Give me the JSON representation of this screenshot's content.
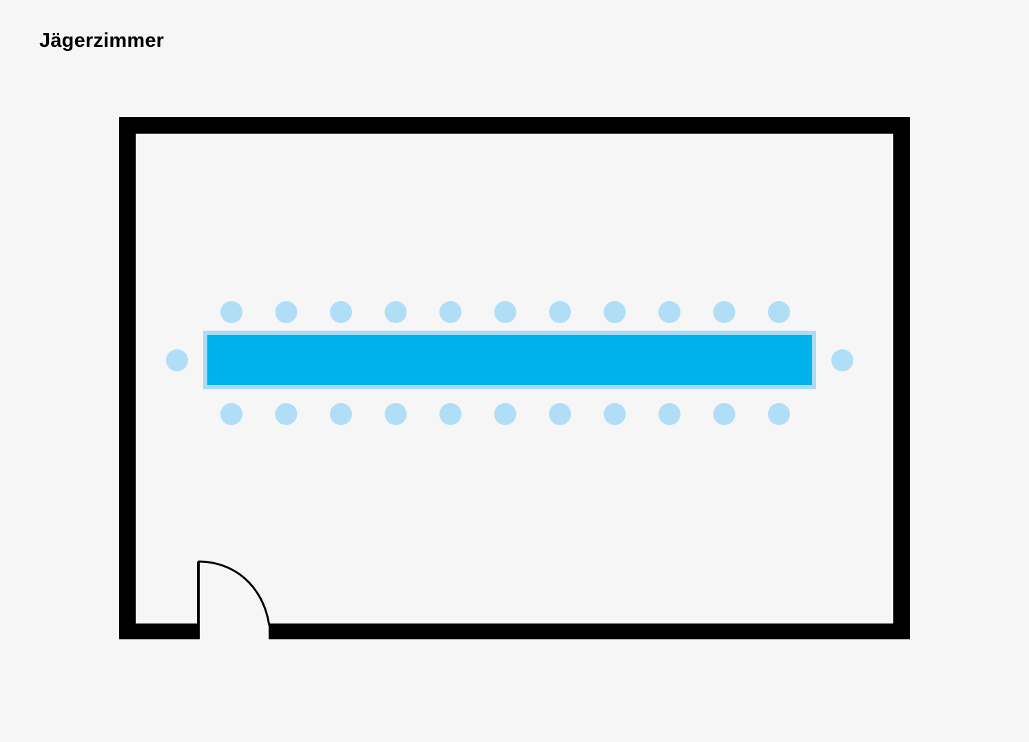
{
  "room": {
    "title": "Jägerzimmer"
  },
  "layout_info": {
    "chairs_per_long_side": 11,
    "chairs_per_short_side": 1
  },
  "colors": {
    "background": "#f6f6f6",
    "wall": "#000000",
    "table_fill": "#00b2eb",
    "table_border": "#a9dcf6",
    "chair": "#b0def7",
    "floor": "#f6f6f6"
  }
}
